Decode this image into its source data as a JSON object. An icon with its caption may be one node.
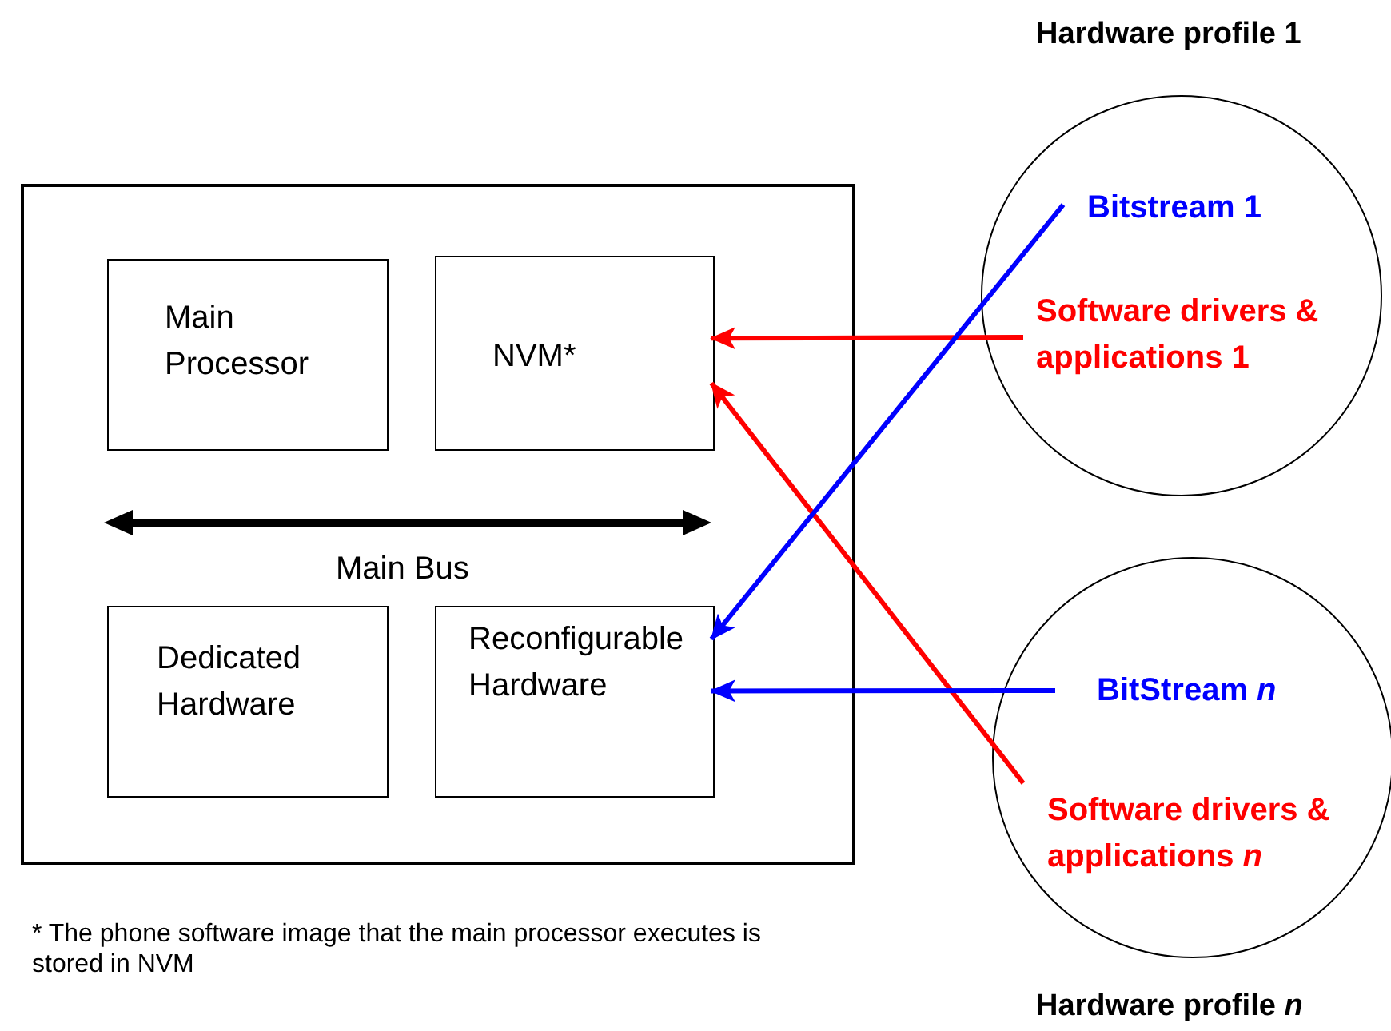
{
  "diagram": {
    "nodes": [
      {
        "text": [],
        "shape": "box"
      },
      {
        "text": [
          "Main Processor"
        ],
        "in": 0
      },
      {
        "text": [
          "NVM*"
        ],
        "in": 0
      },
      {
        "text": [
          "Dedicated Hardware"
        ],
        "in": 0
      },
      {
        "text": [
          "Reconfigurable Hardware"
        ],
        "in": 0
      },
      {
        "text": [
          "Hardware profile 1"
        ]
      },
      {
        "text": [
          "Bitstream 1"
        ],
        "in": 5
      },
      {
        "text": [
          "Software drivers & applications 1"
        ],
        "in": 5
      },
      {
        "text": [
          "Hardware profile *n*"
        ]
      },
      {
        "text": [
          "BitStream *n*"
        ],
        "in": 8
      },
      {
        "text": [
          "Software drivers & applications *n*"
        ],
        "in": 8
      }
    ],
    "edges": [
      {
        "from": 7,
        "to": 2,
        "arrow": "to",
        "color": "#ff0000"
      },
      {
        "from": 10,
        "to": 2,
        "arrow": "to",
        "color": "#ff0000"
      },
      {
        "from": 6,
        "to": 4,
        "arrow": "to",
        "color": "#0000ff"
      },
      {
        "from": 9,
        "to": 4,
        "arrow": "to",
        "color": "#0000ff"
      }
    ],
    "labels": [
      "Main Bus",
      "* The phone software image that the main processor executes is stored in NVM"
    ]
  }
}
